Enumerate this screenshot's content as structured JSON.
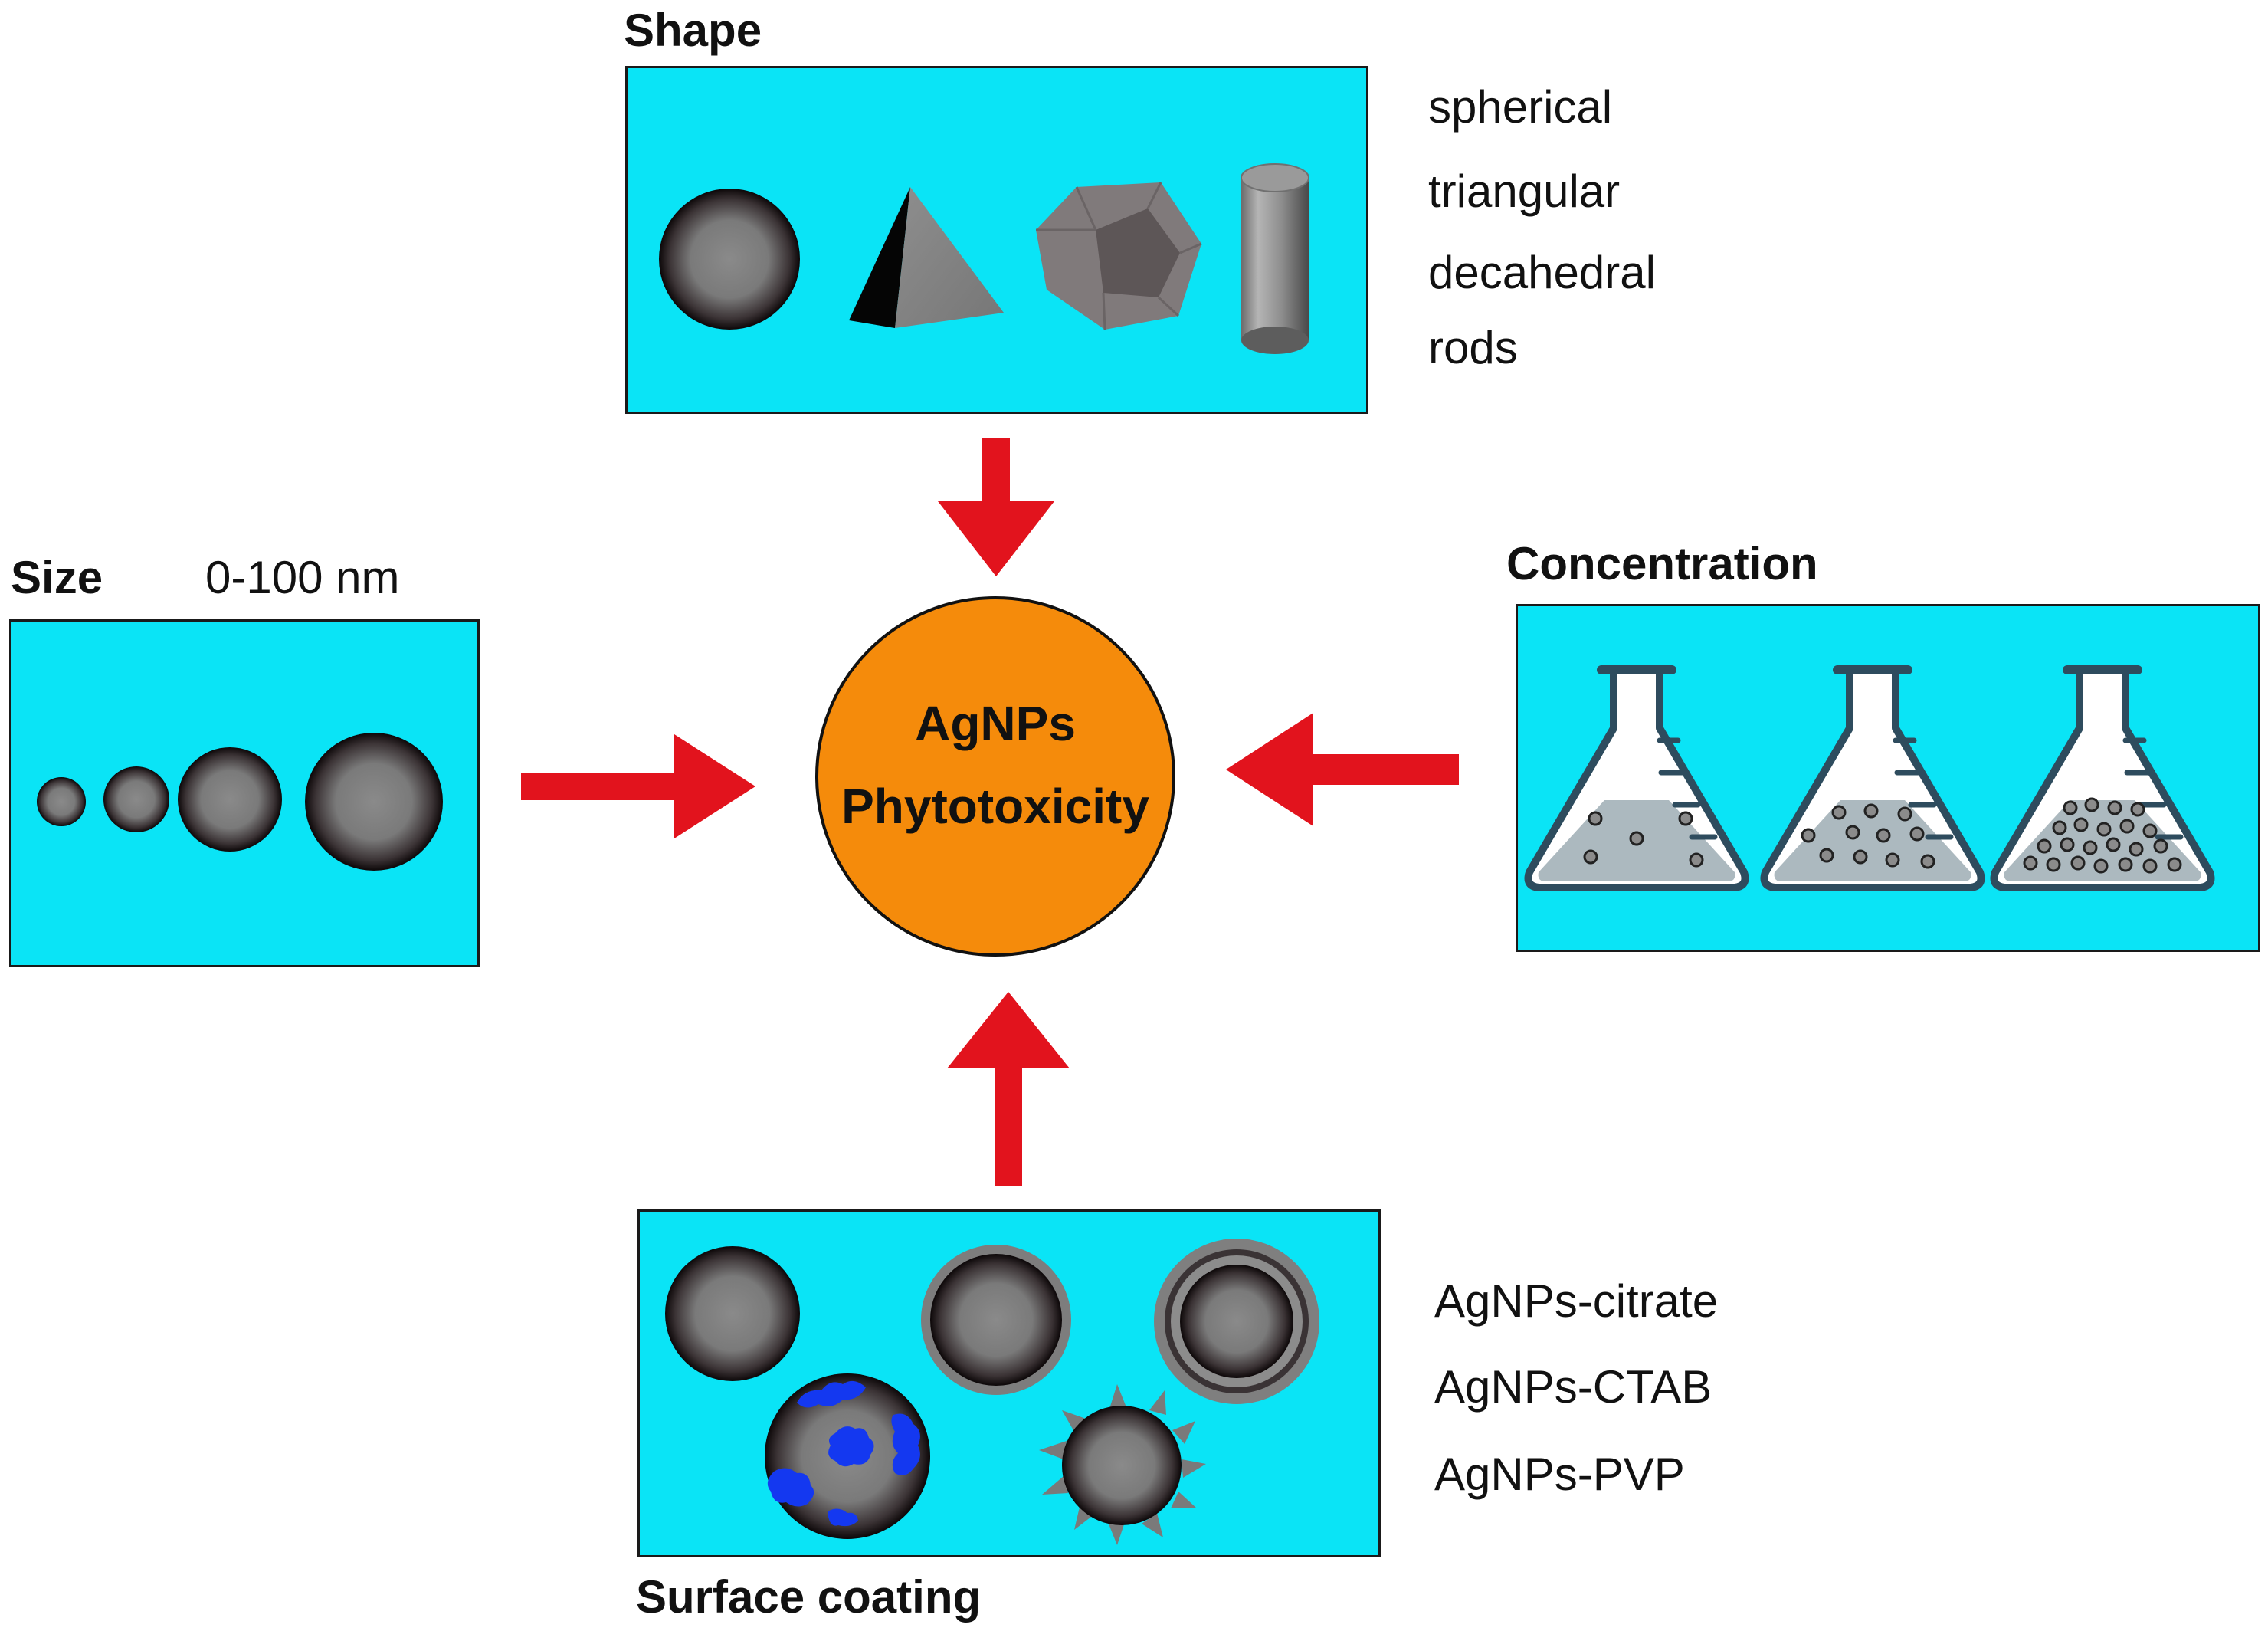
{
  "shape": {
    "heading": "Shape",
    "types": [
      "spherical",
      "triangular",
      "decahedral",
      "rods"
    ]
  },
  "size": {
    "heading": "Size",
    "range": "0-100 nm"
  },
  "concentration": {
    "heading": "Concentration"
  },
  "coating": {
    "heading": "Surface coating",
    "types": [
      "AgNPs-citrate",
      "AgNPs-CTAB",
      "AgNPs-PVP"
    ]
  },
  "center": {
    "line1": "AgNPs",
    "line2": "Phytotoxicity"
  },
  "colors": {
    "panel": "#0ae4f6",
    "center": "#f58b0b",
    "arrow": "#e2131d",
    "coating_blue": "#1438f0"
  }
}
